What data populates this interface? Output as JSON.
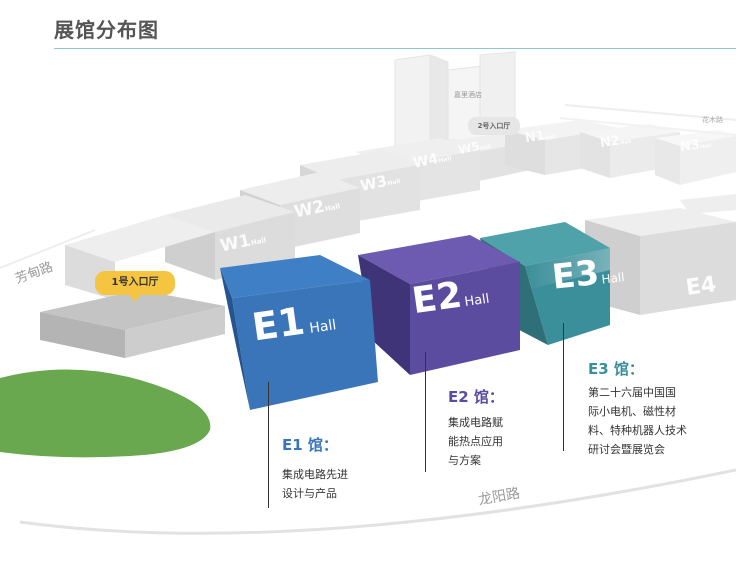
{
  "title": "展馆分布图",
  "roads": {
    "fangdian": "芳甸路",
    "longyang": "龙阳路",
    "huamu": "花木路"
  },
  "landmarks": {
    "hotel": "嘉里酒店",
    "entrance1": "1号入口厅",
    "entrance2": "2号入口厅"
  },
  "halls_west": [
    {
      "code": "W1",
      "sub": "Hall"
    },
    {
      "code": "W2",
      "sub": "Hall"
    },
    {
      "code": "W3",
      "sub": "Hall"
    },
    {
      "code": "W4",
      "sub": "Hall"
    },
    {
      "code": "W5",
      "sub": "Hall"
    }
  ],
  "halls_north": [
    {
      "code": "N1",
      "sub": "Hall"
    },
    {
      "code": "N2",
      "sub": "Hall"
    },
    {
      "code": "N3",
      "sub": "Hall"
    }
  ],
  "halls_east": [
    {
      "code": "E1",
      "sub": "Hall",
      "color": "#3a75ba",
      "head": "E1 馆：",
      "desc": [
        "集成电路先进",
        "设计与产品"
      ]
    },
    {
      "code": "E2",
      "sub": "Hall",
      "color": "#5b4c9f",
      "head": "E2 馆：",
      "desc": [
        "集成电路赋",
        "能热点应用",
        "与方案"
      ]
    },
    {
      "code": "E3",
      "sub": "Hall",
      "color": "#3b8f9a",
      "head": "E3 馆：",
      "desc": [
        "第二十六届中国国",
        "际小电机、磁性材",
        "料、特种机器人技术",
        "研讨会暨展览会"
      ]
    },
    {
      "code": "E4",
      "sub": "",
      "color": "#d9d9d9"
    }
  ]
}
